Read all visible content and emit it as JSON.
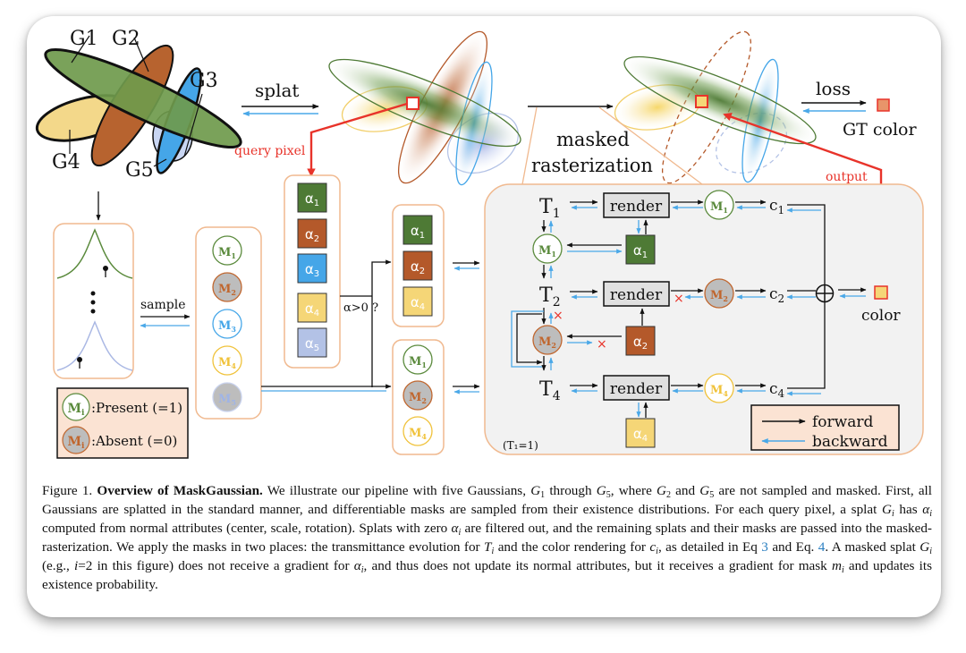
{
  "figure": {
    "gaussian_labels": [
      "G1",
      "G2",
      "G3",
      "G4",
      "G5"
    ],
    "splat_label": "splat",
    "query_pixel_label": "query pixel",
    "masked_rasterization_label": [
      "masked",
      "rasterization"
    ],
    "loss_label": "loss",
    "gt_color_label": "GT color",
    "output_label": "output",
    "sample_label": "sample",
    "filter_label": "α>0 ?",
    "alpha_list": [
      {
        "sym": "α",
        "sub": "1",
        "color": "#4e7a35"
      },
      {
        "sym": "α",
        "sub": "2",
        "color": "#b4592a"
      },
      {
        "sym": "α",
        "sub": "3",
        "color": "#45a6e8"
      },
      {
        "sym": "α",
        "sub": "4",
        "color": "#f5d677"
      },
      {
        "sym": "α",
        "sub": "5",
        "color": "#b3c2e6"
      }
    ],
    "filtered_alpha_list": [
      {
        "sym": "α",
        "sub": "1",
        "color": "#4e7a35"
      },
      {
        "sym": "α",
        "sub": "2",
        "color": "#b4592a"
      },
      {
        "sym": "α",
        "sub": "4",
        "color": "#f5d677"
      }
    ],
    "mask_list": [
      {
        "sym": "M",
        "sub": "1",
        "color": "#5a8a3c",
        "present": true
      },
      {
        "sym": "M",
        "sub": "2",
        "color": "#c0662e",
        "present": false
      },
      {
        "sym": "M",
        "sub": "3",
        "color": "#45a6e8",
        "present": true
      },
      {
        "sym": "M",
        "sub": "4",
        "color": "#f0c23a",
        "present": true
      },
      {
        "sym": "M",
        "sub": "5",
        "color": "#9fb4e6",
        "present": false
      }
    ],
    "filtered_mask_list": [
      {
        "sym": "M",
        "sub": "1",
        "color": "#5a8a3c",
        "present": true
      },
      {
        "sym": "M",
        "sub": "2",
        "color": "#c0662e",
        "present": false
      },
      {
        "sym": "M",
        "sub": "4",
        "color": "#f0c23a",
        "present": true
      }
    ],
    "mask_legend": [
      {
        "sym": "M",
        "sub": "i",
        "text": ":Present (=1)"
      },
      {
        "sym": "M",
        "sub": "i",
        "text": ":Absent (=0)"
      }
    ],
    "raster": {
      "transmittance": [
        {
          "sym": "T",
          "sub": "1"
        },
        {
          "sym": "T",
          "sub": "2"
        },
        {
          "sym": "T",
          "sub": "4"
        }
      ],
      "render_label": "render",
      "colors": [
        {
          "sym": "c",
          "sub": "1"
        },
        {
          "sym": "c",
          "sub": "2"
        },
        {
          "sym": "c",
          "sub": "4"
        }
      ],
      "color_label": "color",
      "init_note": "(T₁=1)",
      "legend_forward": "forward",
      "legend_backward": "backward"
    },
    "colors": {
      "forward": "#111111",
      "backward": "#4aa8e8",
      "highlight_red": "#e8332a",
      "panel_border": "#f0b98f",
      "panel_fill": "#f2f2f2",
      "legend_fill": "#fbe3d3"
    }
  },
  "caption": {
    "figure_no": "Figure 1.",
    "title": "Overview of MaskGaussian.",
    "text_1": "We illustrate our pipeline with five Gaussians, ",
    "text_2": " through ",
    "text_3": ", where ",
    "text_4": " and ",
    "text_5": " are not sampled and masked. First, all Gaussians are splatted in the standard manner, and differentiable masks are sampled from their existence distributions. For each query pixel, a splat ",
    "text_6": " has ",
    "text_7": " computed from normal attributes (center, scale, rotation). Splats with zero ",
    "text_8": " are filtered out, and the remaining splats and their masks are passed into the masked-rasterization. We apply the masks in two places: the transmittance evolution for ",
    "text_9": " and the color rendering for ",
    "text_10": ", as detailed in Eq ",
    "ref_eq3": "3",
    "text_11": " and Eq. ",
    "ref_eq4": "4",
    "text_12": ". A masked splat ",
    "text_13": " (e.g., ",
    "text_14": "=2 in this figure) does not receive a gradient for ",
    "text_15": ", and thus does not update its normal attributes, but it receives a gradient for mask ",
    "text_16": " and updates its existence probability."
  }
}
